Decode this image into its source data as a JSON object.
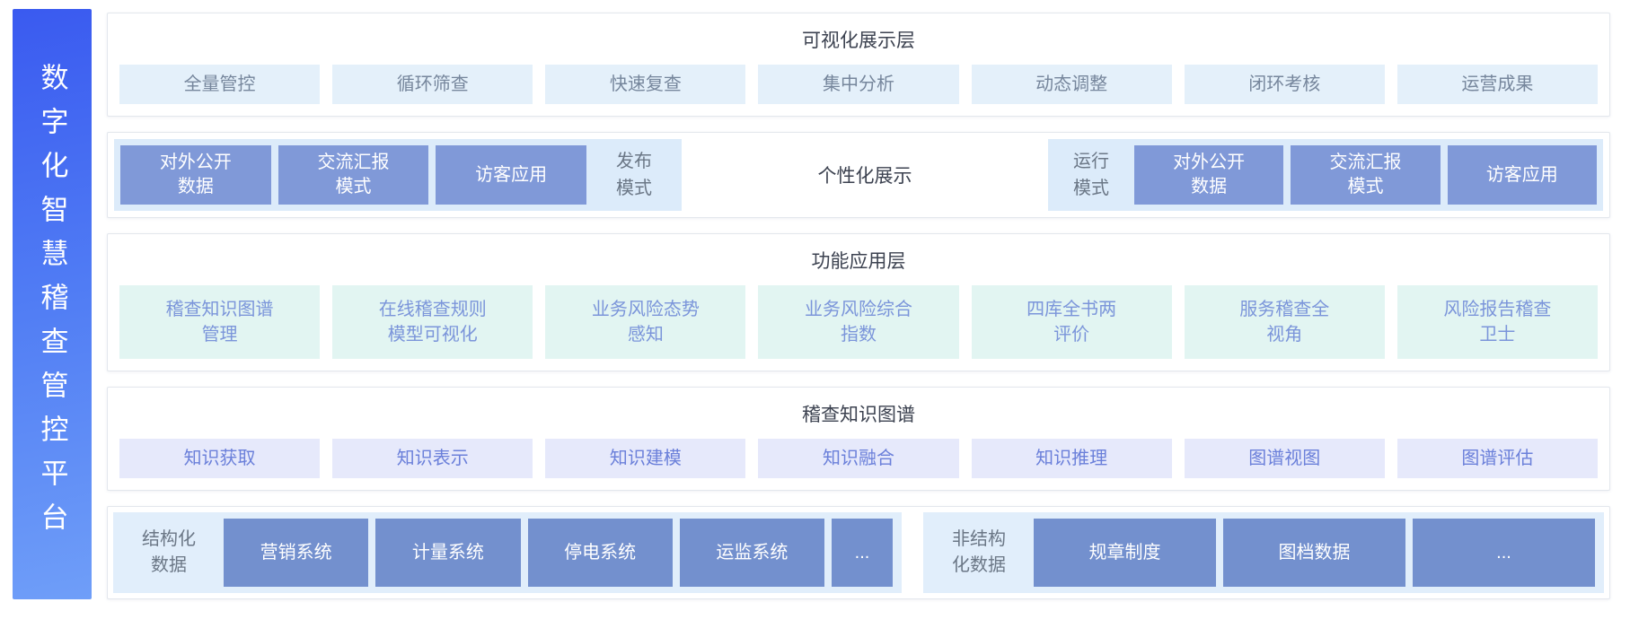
{
  "platform": {
    "title": "数字化智慧稽查管控平台"
  },
  "visualization_layer": {
    "title": "可视化展示层",
    "items": [
      "全量管控",
      "循环筛查",
      "快速复查",
      "集中分析",
      "动态调整",
      "闭环考核",
      "运营成果"
    ]
  },
  "display_mode_layer": {
    "publish": {
      "label": "发布\n模式",
      "items": [
        "对外公开\n数据",
        "交流汇报\n模式",
        "访客应用"
      ]
    },
    "center_label": "个性化展示",
    "run": {
      "label": "运行\n模式",
      "items": [
        "对外公开\n数据",
        "交流汇报\n模式",
        "访客应用"
      ]
    }
  },
  "function_layer": {
    "title": "功能应用层",
    "items": [
      "稽查知识图谱\n管理",
      "在线稽查规则\n模型可视化",
      "业务风险态势\n感知",
      "业务风险综合\n指数",
      "四库全书两\n评价",
      "服务稽查全\n视角",
      "风险报告稽查\n卫士"
    ]
  },
  "knowledge_graph_layer": {
    "title": "稽查知识图谱",
    "items": [
      "知识获取",
      "知识表示",
      "知识建模",
      "知识融合",
      "知识推理",
      "图谱视图",
      "图谱评估"
    ]
  },
  "data_layer": {
    "structured": {
      "label": "结构化\n数据",
      "items": [
        "营销系统",
        "计量系统",
        "停电系统",
        "运监系统",
        "..."
      ]
    },
    "unstructured": {
      "label": "非结构\n化数据",
      "items": [
        "规章制度",
        "图档数据",
        "..."
      ]
    }
  },
  "colors": {
    "sidebar_gradient_top": "#3a5af0",
    "sidebar_gradient_bottom": "#6f9ef8",
    "row_border": "#e3e7ed",
    "title_text": "#3c4250",
    "viz_item_bg": "#e4f0fa",
    "viz_item_text": "#76869c",
    "mode_group_bg": "#dcebfa",
    "mode_box_bg": "#8099d8",
    "func_item_bg": "#e2f5f2",
    "func_item_text": "#7b95da",
    "kg_item_bg": "#e6e9fb",
    "kg_item_text": "#6b80da",
    "data_group_bg": "#e1eefb",
    "data_box_bg": "#7390ce",
    "label_text": "#6b7786"
  }
}
